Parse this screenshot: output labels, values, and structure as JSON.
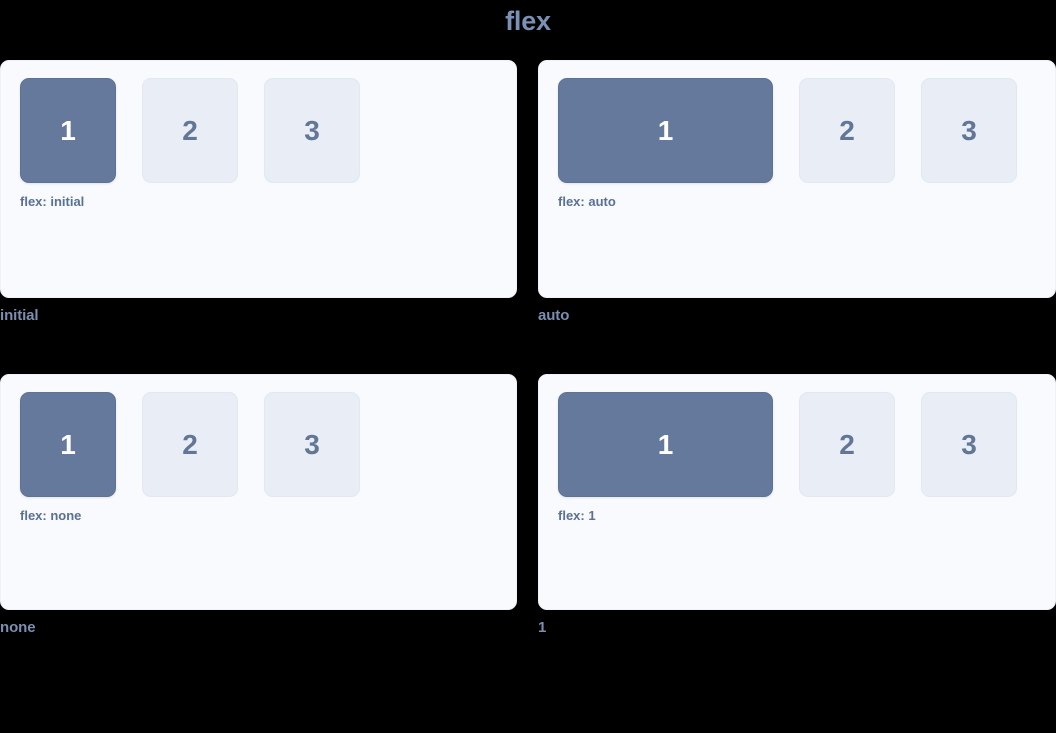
{
  "page": {
    "title": "flex",
    "background_color": "#000000",
    "panel_background_color": "#f8fafd",
    "primary_box_color": "#64799c",
    "muted_box_color": "#e8edf6",
    "title_color": "#7a90b4",
    "caption_color": "#7b8fb0",
    "code_label_color": "#5a7095"
  },
  "demos": [
    {
      "caption": "initial",
      "code_label": "flex: initial",
      "boxes": [
        {
          "label": "1",
          "style": "primary",
          "mode": "fx-initial"
        },
        {
          "label": "2",
          "style": "muted",
          "mode": "fx-initial"
        },
        {
          "label": "3",
          "style": "muted",
          "mode": "fx-initial"
        }
      ]
    },
    {
      "caption": "auto",
      "code_label": "flex: auto",
      "boxes": [
        {
          "label": "1",
          "style": "primary",
          "mode": "fx-auto"
        },
        {
          "label": "2",
          "style": "muted",
          "mode": "fx-initial"
        },
        {
          "label": "3",
          "style": "muted",
          "mode": "fx-initial"
        }
      ]
    },
    {
      "caption": "none",
      "code_label": "flex: none",
      "boxes": [
        {
          "label": "1",
          "style": "primary",
          "mode": "fx-none"
        },
        {
          "label": "2",
          "style": "muted",
          "mode": "fx-initial"
        },
        {
          "label": "3",
          "style": "muted",
          "mode": "fx-initial"
        }
      ]
    },
    {
      "caption": "1",
      "code_label": "flex: 1",
      "boxes": [
        {
          "label": "1",
          "style": "primary",
          "mode": "fx-one"
        },
        {
          "label": "2",
          "style": "muted",
          "mode": "fx-initial"
        },
        {
          "label": "3",
          "style": "muted",
          "mode": "fx-initial"
        }
      ]
    }
  ]
}
